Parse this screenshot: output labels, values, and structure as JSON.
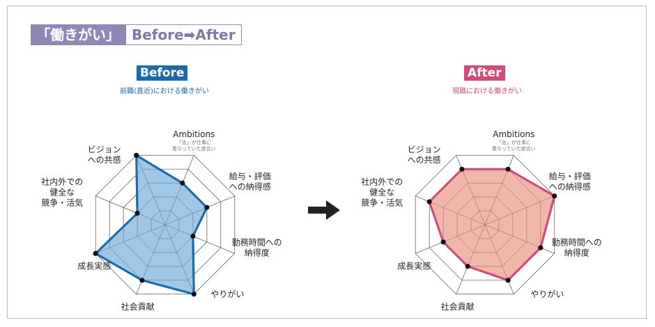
{
  "header": {
    "title_jp": "「働きがい」",
    "title_en": "Before➡After"
  },
  "colors": {
    "frame": "#b5b8cf",
    "title_bg": "#8d88b4",
    "before_accent": "#1a6aac",
    "before_fill": "#8fbde0",
    "after_accent": "#cf4b78",
    "after_fill": "#eea99b",
    "grid": "#555555",
    "arrow": "#222222"
  },
  "arrow_icon": "right-arrow-icon",
  "chart_data": [
    {
      "type": "radar",
      "badge": "Before",
      "title": "前職(直近)における働きがい",
      "axes": [
        {
          "label": "Ambitions",
          "sublabel": "「志」が仕事に重なっていた度合い"
        },
        {
          "label": "給与・評価への納得感"
        },
        {
          "label": "勤務時間への納得度"
        },
        {
          "label": "やりがい"
        },
        {
          "label": "社会貢献"
        },
        {
          "label": "成長実感"
        },
        {
          "label": "社内外での健全な競争・活気"
        },
        {
          "label": "ビジョンへの共感"
        }
      ],
      "scale_max": 5,
      "values": [
        3,
        3,
        2,
        5,
        4,
        5,
        2,
        5
      ]
    },
    {
      "type": "radar",
      "badge": "After",
      "title": "現職における働きがい",
      "axes": [
        {
          "label": "Ambitions",
          "sublabel": "「志」が仕事に重なっていた度合い"
        },
        {
          "label": "給与・評価への納得感"
        },
        {
          "label": "勤務時間への納得度"
        },
        {
          "label": "やりがい"
        },
        {
          "label": "社会貢献"
        },
        {
          "label": "成長実感"
        },
        {
          "label": "社内外での健全な競争・活気"
        },
        {
          "label": "ビジョンへの共感"
        }
      ],
      "scale_max": 5,
      "values": [
        4,
        5,
        4,
        4,
        3,
        3,
        4,
        4
      ]
    }
  ]
}
